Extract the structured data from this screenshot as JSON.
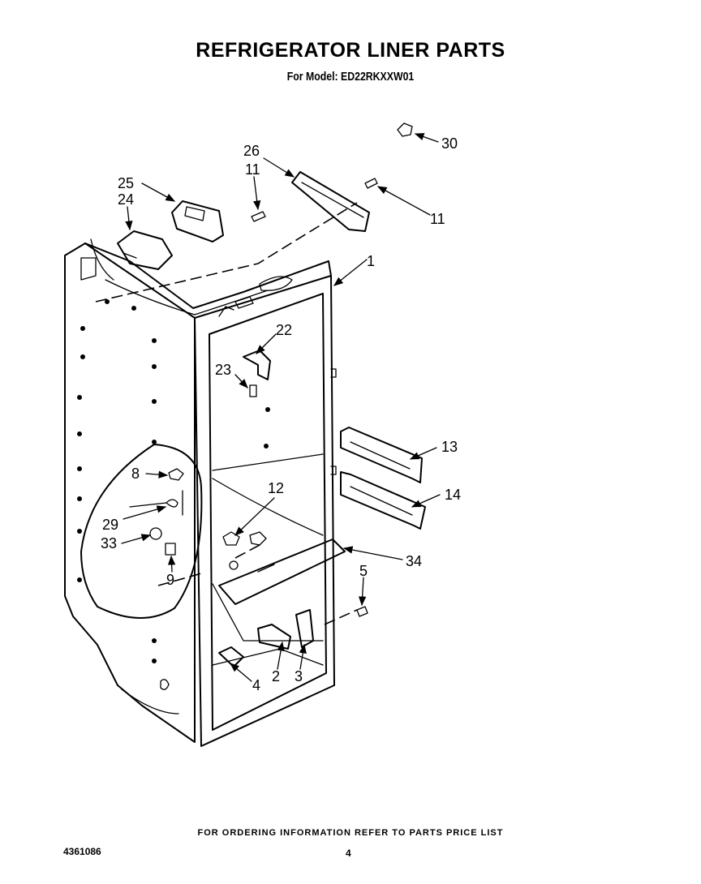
{
  "title": "REFRIGERATOR LINER PARTS",
  "subtitle": "For Model: ED22RKXXW01",
  "footer_note": "FOR ORDERING INFORMATION REFER TO PARTS PRICE LIST",
  "doc_number": "4361086",
  "page_number": "4",
  "callouts": {
    "c30": "30",
    "c26": "26",
    "c11a": "11",
    "c11b": "11",
    "c25": "25",
    "c24": "24",
    "c1": "1",
    "c22": "22",
    "c23": "23",
    "c13": "13",
    "c14": "14",
    "c12": "12",
    "c8": "8",
    "c29": "29",
    "c33": "33",
    "c9": "9",
    "c34": "34",
    "c5": "5",
    "c2": "2",
    "c3": "3",
    "c4": "4"
  }
}
